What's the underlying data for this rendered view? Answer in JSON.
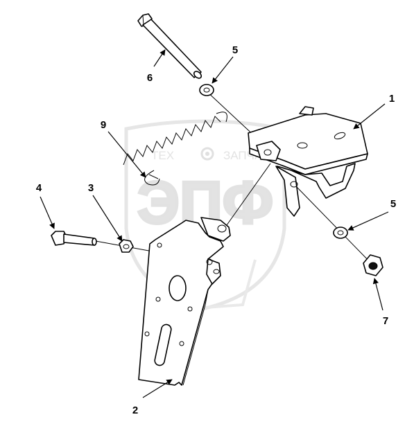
{
  "watermark": {
    "top_left": "ТЕХ",
    "top_right": "ЗАПЧА",
    "main": "ЭПФ"
  },
  "callouts": [
    {
      "id": "1",
      "label": "1"
    },
    {
      "id": "2",
      "label": "2"
    },
    {
      "id": "3",
      "label": "3"
    },
    {
      "id": "4",
      "label": "4"
    },
    {
      "id": "5a",
      "label": "5"
    },
    {
      "id": "5b",
      "label": "5"
    },
    {
      "id": "6",
      "label": "6"
    },
    {
      "id": "7",
      "label": "7"
    },
    {
      "id": "9",
      "label": "9"
    }
  ],
  "icons": {
    "gear": "gear-icon",
    "arrowhead": "arrowhead-icon"
  },
  "colors": {
    "line": "#000000",
    "watermark": "#e3e3e3",
    "background": "#ffffff"
  }
}
